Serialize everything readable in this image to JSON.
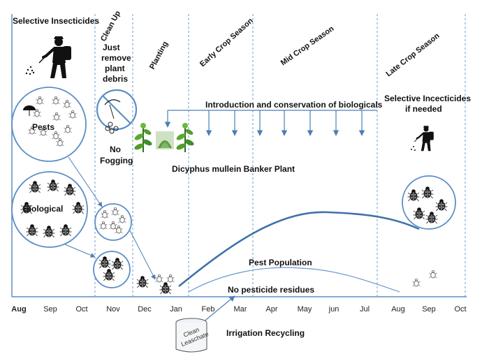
{
  "title_left": "Selective Insecticides",
  "phases": [
    {
      "key": "clean_up",
      "label": "Clean Up"
    },
    {
      "key": "planting",
      "label": "Planting"
    },
    {
      "key": "early",
      "label": "Early Crop Season"
    },
    {
      "key": "mid",
      "label": "Mid Crop Season"
    },
    {
      "key": "late",
      "label": "Late Crop Season"
    }
  ],
  "cleanup_note": [
    "Just",
    "remove",
    "plant",
    "debris"
  ],
  "no_fogging": [
    "No",
    "Fogging"
  ],
  "pests_label": "Pests",
  "biological_label": "Biological",
  "introduction_label": "Introduction and conservation of biologicals",
  "banker_plant_label": "Dicyphus mullein Banker Plant",
  "late_selective": [
    "Selective Incecticides",
    "if needed"
  ],
  "pest_population_label": "Pest Population",
  "no_residues_label": "No pesticide residues",
  "irrigation_label": "Irrigation Recycling",
  "bucket_text": [
    "Clean",
    "Leaschate"
  ],
  "months": [
    "Aug",
    "Sep",
    "Oct",
    "Nov",
    "Dec",
    "Jan",
    "Feb",
    "Mar",
    "Apr",
    "May",
    "jun",
    "Jul",
    "Aug",
    "Sep",
    "Oct"
  ],
  "colors": {
    "accent": "#4a7fb5",
    "circle": "#5b8ec4",
    "leaf": "#3e8e2e"
  },
  "icons": [
    "sprayer-person-icon",
    "umbrella-icon",
    "leaf-icon",
    "banker-plant-icon",
    "clean-bucket-icon",
    "ladybug-icon",
    "no-sign-icon"
  ]
}
